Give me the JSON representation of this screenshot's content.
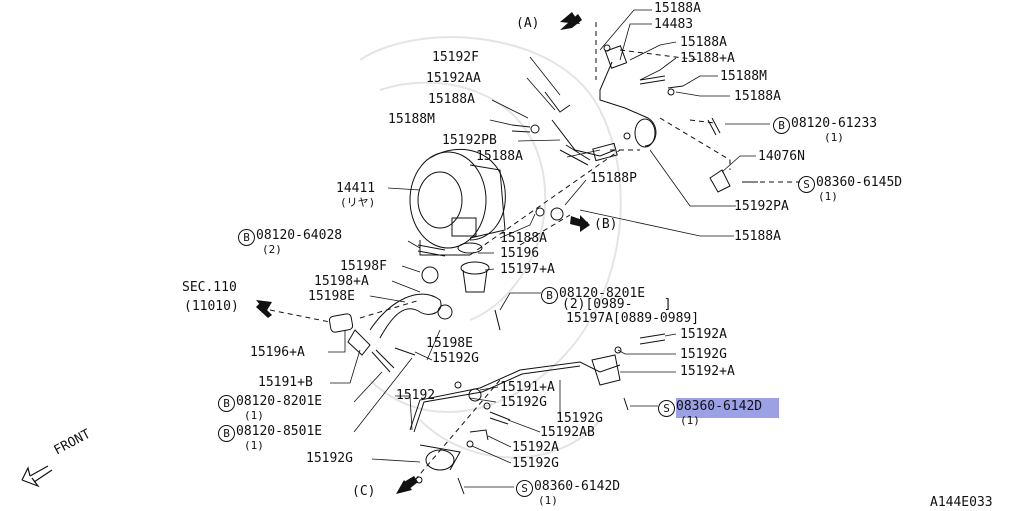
{
  "diagram": {
    "figure_code": "A144E033",
    "front_label": "FRONT",
    "section_ref": {
      "line1": "SEC.110",
      "line2": "(11010)"
    },
    "view_refs": {
      "a": "(A)",
      "b": "(B)",
      "c": "(C)"
    },
    "parts": {
      "p15188A_top": "15188A",
      "p14483": "14483",
      "p15188A_2": "15188A",
      "p15188plusA": "15188+A",
      "p15188M_r": "15188M",
      "p15188A_3": "15188A",
      "b08120_61233": "08120-61233",
      "b08120_61233_qty": "(1)",
      "p15192F": "15192F",
      "p15192AA": "15192AA",
      "p15188A_l": "15188A",
      "p15188M_l": "15188M",
      "p15192PB": "15192PB",
      "p15188A_c": "15188A",
      "p14076N": "14076N",
      "s08360_6145D": "08360-6145D",
      "s08360_6145D_qty": "(1)",
      "p14411": "14411",
      "p14411_sub": "(リヤ)",
      "p15188P": "15188P",
      "p15192PA": "15192PA",
      "b08120_64028": "08120-64028",
      "b08120_64028_qty": "(2)",
      "p15188A_m": "15188A",
      "p15196": "15196",
      "p15188A_r": "15188A",
      "p15198F": "15198F",
      "p15197plusA": "15197+A",
      "p15198plusA": "15198+A",
      "b08120_8201E_top": "08120-8201E",
      "b08120_8201E_top_sub": "(2)[0989-    ]",
      "p15198E_l": "15198E",
      "p15197A": "15197A[0889-0989]",
      "p15192A_top": "15192A",
      "p15196plusA": "15196+A",
      "p15198E_c": "15198E",
      "p15192G_c": "15192G",
      "p15192G_r": "15192G",
      "p15192plusA": "15192+A",
      "p15191plusB": "15191+B",
      "p15191plusA": "15191+A",
      "b08120_8201E": "08120-8201E",
      "b08120_8201E_qty": "(1)",
      "p15192": "15192",
      "p15192G_m": "15192G",
      "p15192G_low": "15192G",
      "s08360_6142D_r": "08360-6142D",
      "s08360_6142D_r_qty": "(1)",
      "b08120_8501E": "08120-8501E",
      "b08120_8501E_qty": "(1)",
      "p15192AB": "15192AB",
      "p15192A_low": "15192A",
      "p15192G_l": "15192G",
      "p15192G_b": "15192G",
      "s08360_6142D_b": "08360-6142D",
      "s08360_6142D_b_qty": "(1)"
    },
    "prefix": {
      "b": "B",
      "s": "S"
    },
    "highlight_text": "08360-6142D"
  }
}
